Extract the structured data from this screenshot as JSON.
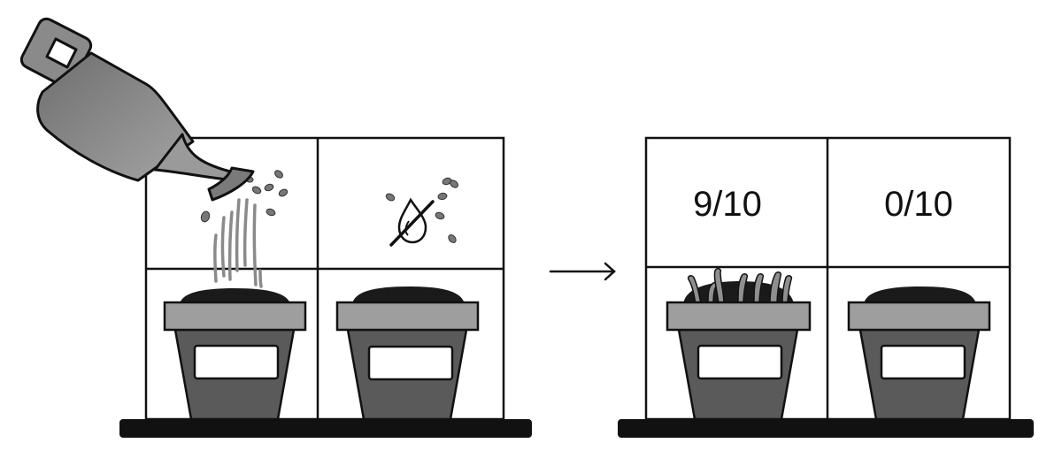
{
  "panels": [
    {
      "id": "before",
      "left_cell": {
        "condition": "watered",
        "icon": "watering-can-icon",
        "sprouted": false
      },
      "right_cell": {
        "condition": "not-watered",
        "icon": "no-water-icon",
        "sprouted": false
      }
    },
    {
      "id": "after",
      "left_cell": {
        "count_label": "9/10",
        "sprouted": true
      },
      "right_cell": {
        "count_label": "0/10",
        "sprouted": false
      }
    }
  ],
  "transition": {
    "icon": "arrow-right-icon"
  },
  "colors": {
    "stroke": "#111111",
    "pot_body": "#5a5a5a",
    "pot_rim": "#9e9e9e",
    "soil": "#1a1a1a",
    "shelf": "#111111",
    "can": "#8a8a8a",
    "sprout": "#8f8f8f",
    "water": "#7a7a7a",
    "label_fill": "#ffffff"
  }
}
